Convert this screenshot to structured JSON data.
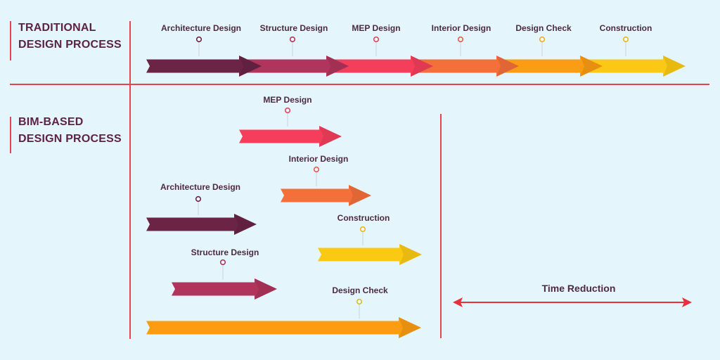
{
  "traditional": {
    "title_line1": "TRADITIONAL",
    "title_line2": "DESIGN PROCESS",
    "steps": [
      {
        "label": "Architecture Design",
        "color": "#6b2346",
        "marker": "#6b2346"
      },
      {
        "label": "Structure Design",
        "color": "#b0345c",
        "marker": "#b0345c"
      },
      {
        "label": "MEP Design",
        "color": "#f43e5c",
        "marker": "#e8425c"
      },
      {
        "label": "Interior Design",
        "color": "#f56f3a",
        "marker": "#e8584a"
      },
      {
        "label": "Design Check",
        "color": "#fb9c12",
        "marker": "#f0b020"
      },
      {
        "label": "Construction",
        "color": "#fbc913",
        "marker": "#e8b820"
      }
    ]
  },
  "bim": {
    "title_line1": "BIM-BASED",
    "title_line2": "DESIGN PROCESS",
    "steps": [
      {
        "label": "MEP Design",
        "color": "#f43e5c",
        "marker": "#e8425c"
      },
      {
        "label": "Interior Design",
        "color": "#f56f3a",
        "marker": "#e8584a"
      },
      {
        "label": "Architecture Design",
        "color": "#6b2346",
        "marker": "#6b2346"
      },
      {
        "label": "Construction",
        "color": "#fbc913",
        "marker": "#e8b820"
      },
      {
        "label": "Structure Design",
        "color": "#b0345c",
        "marker": "#b0345c"
      },
      {
        "label": "Design Check",
        "color": "#fb9c12",
        "marker": "#d8c020"
      }
    ]
  },
  "time_reduction": {
    "label": "Time Reduction",
    "color": "#e8303c"
  },
  "divider_color": "#e8424e"
}
